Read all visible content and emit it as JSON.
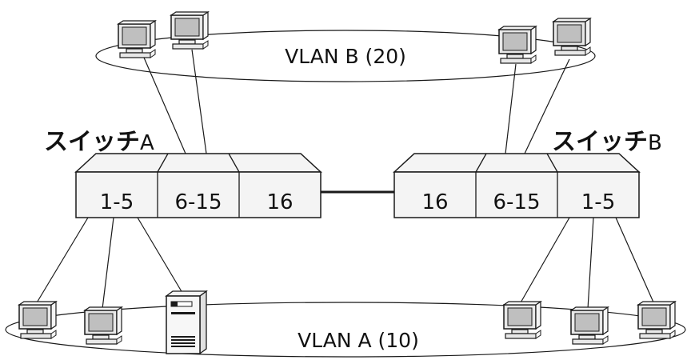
{
  "vlan_b": {
    "label": "VLAN B (20)"
  },
  "vlan_a": {
    "label": "VLAN A (10)"
  },
  "switch_a": {
    "title_kana": "スイッチ",
    "title_letter": "A",
    "ports": [
      "1-5",
      "6-15",
      "16"
    ]
  },
  "switch_b": {
    "title_kana": "スイッチ",
    "title_letter": "B",
    "ports": [
      "16",
      "6-15",
      "1-5"
    ]
  },
  "colors": {
    "line": "#1a1a1a",
    "switch_fill": "#f4f4f4",
    "device_fill": "#e6e6e6"
  }
}
